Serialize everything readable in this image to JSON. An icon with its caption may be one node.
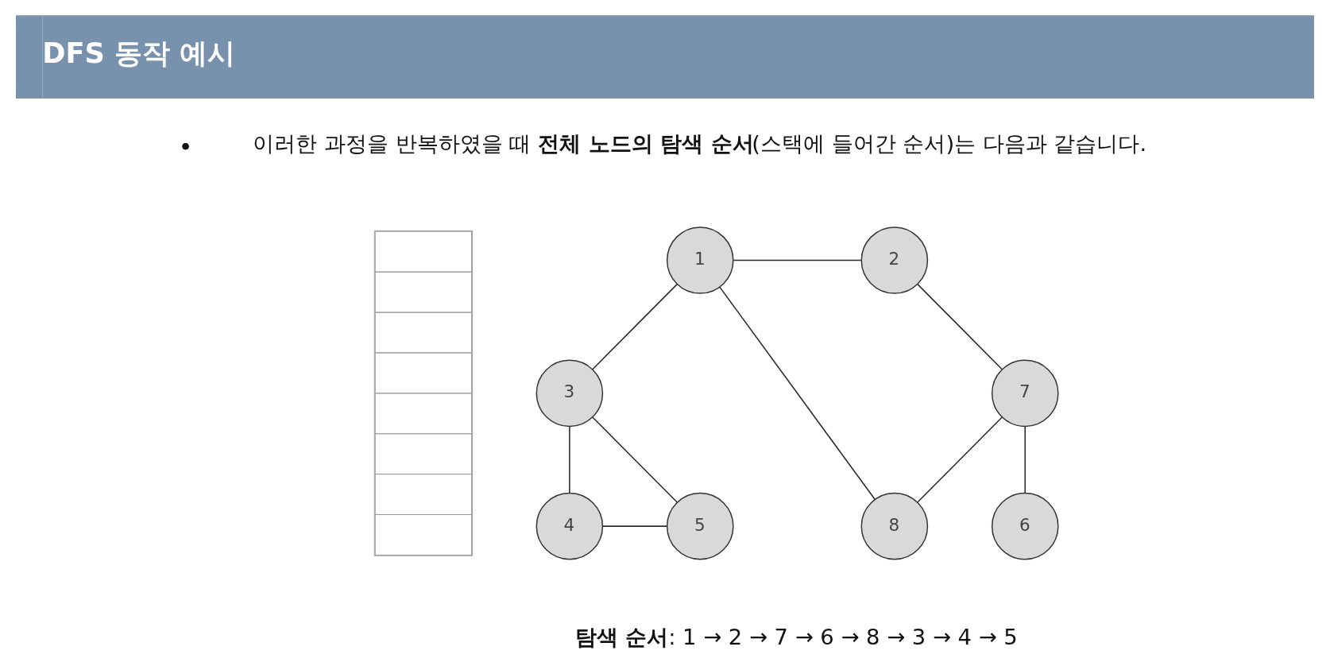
{
  "diagram": {
    "title": "DFS 동작 예시",
    "nodes": [
      {
        "text": [],
        "shape": "box"
      },
      {
        "text": [
          "1"
        ]
      },
      {
        "text": [
          "2"
        ]
      },
      {
        "text": [
          "3"
        ]
      },
      {
        "text": [
          "7"
        ]
      },
      {
        "text": [
          "4"
        ]
      },
      {
        "text": [
          "5"
        ]
      },
      {
        "text": [
          "8"
        ]
      },
      {
        "text": [
          "6"
        ]
      }
    ],
    "edges": [
      {
        "from": 1,
        "to": 2,
        "arrow": "none"
      },
      {
        "from": 1,
        "to": 3,
        "arrow": "none"
      },
      {
        "from": 1,
        "to": 7,
        "arrow": "none"
      },
      {
        "from": 2,
        "to": 4,
        "arrow": "none"
      },
      {
        "from": 3,
        "to": 5,
        "arrow": "none"
      },
      {
        "from": 3,
        "to": 6,
        "arrow": "none"
      },
      {
        "from": 5,
        "to": 6,
        "arrow": "none"
      },
      {
        "from": 4,
        "to": 7,
        "arrow": "none"
      },
      {
        "from": 4,
        "to": 8,
        "arrow": "none"
      }
    ],
    "labels": [
      "이러한 과정을 반복하였을 때 **전체 노드의 탐색 순서**(스택에 들어간 순서)는 다음과 같습니다.",
      "**탐색 순서**: 1 → 2 → 7 → 6 → 8 → 3 → 4 → 5"
    ]
  }
}
